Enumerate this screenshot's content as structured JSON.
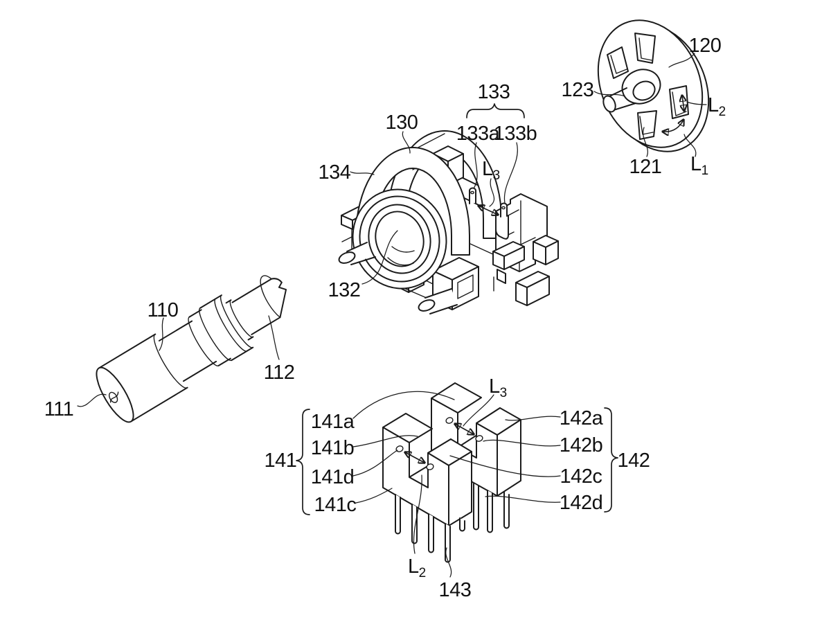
{
  "figure_type": "patent-exploded-view-drawing",
  "colors": {
    "background": "#ffffff",
    "line": "#1b1b1b",
    "text": "#111111"
  },
  "labels": {
    "shaft_body": "110",
    "shaft_hole": "111",
    "shaft_end": "112",
    "disc_body": "120",
    "disc_slot": "121",
    "disc_shaft": "123",
    "disc_L1": {
      "base": "L",
      "sub": "1"
    },
    "disc_L2": {
      "base": "L",
      "sub": "2"
    },
    "housing_body": "130",
    "housing_ring": "132",
    "housing_guide_group": "133",
    "housing_guide_a": "133a",
    "housing_guide_b": "133b",
    "housing_dome": "134",
    "housing_L3": {
      "base": "L",
      "sub": "3"
    },
    "sensor1_group": "141",
    "sensor1_a": "141a",
    "sensor1_b": "141b",
    "sensor1_d": "141d",
    "sensor1_c": "141c",
    "sensor2_group": "142",
    "sensor2_a": "142a",
    "sensor2_b": "142b",
    "sensor2_c": "142c",
    "sensor2_d": "142d",
    "sensor_pins": "143",
    "sensor_L3": {
      "base": "L",
      "sub": "3"
    },
    "sensor_L2": {
      "base": "L",
      "sub": "2"
    }
  }
}
